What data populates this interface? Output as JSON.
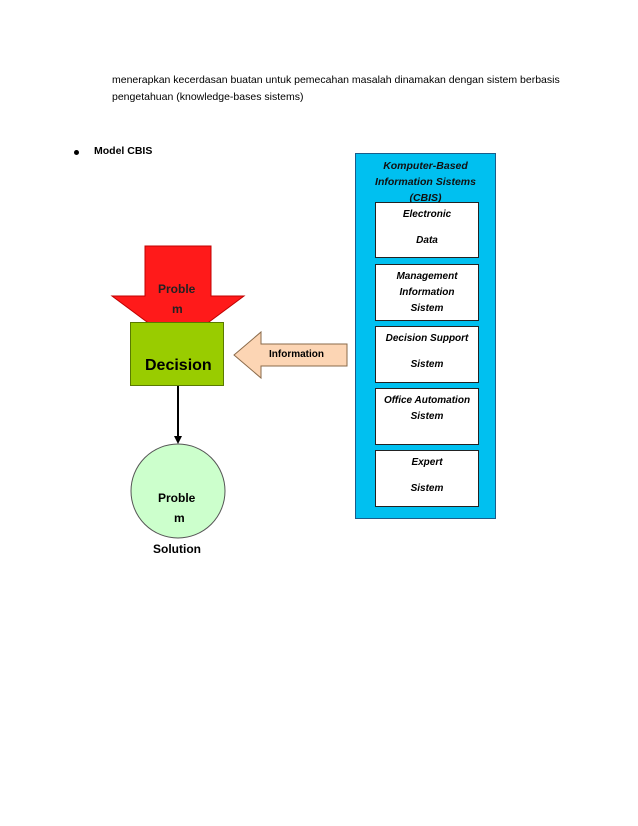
{
  "paragraph": {
    "line1": "menerapkan kecerdasan buatan untuk pemecahan masalah dinamakan dengan sistem berbasis",
    "line2": "pengetahuan (knowledge-bases sistems)"
  },
  "bullet": {
    "label": "Model CBIS"
  },
  "cbis": {
    "title_line1": "Komputer-Based",
    "title_line2": "Information Sistems",
    "title_line3": "(CBIS)",
    "subsystems": [
      {
        "line1": "Electronic",
        "line2": "Data"
      },
      {
        "line1": "Management",
        "line2": "Information",
        "line3": "Sistem"
      },
      {
        "line1": "Decision Support",
        "line2": "Sistem"
      },
      {
        "line1": "Office Automation",
        "line2": "Sistem"
      },
      {
        "line1": "Expert",
        "line2": "Sistem"
      }
    ]
  },
  "diagram": {
    "problem_line1": "Proble",
    "problem_line2": "m",
    "decision": "Decision",
    "information": "Information",
    "solution_line1": "Proble",
    "solution_line2": "m",
    "solution": "Solution"
  },
  "colors": {
    "problem_arrow": "#ff1a1a",
    "decision_box": "#99cc00",
    "information_arrow": "#fcd5b4",
    "solution_circle": "#ccffcc",
    "cbis_panel": "#00c0f0"
  }
}
